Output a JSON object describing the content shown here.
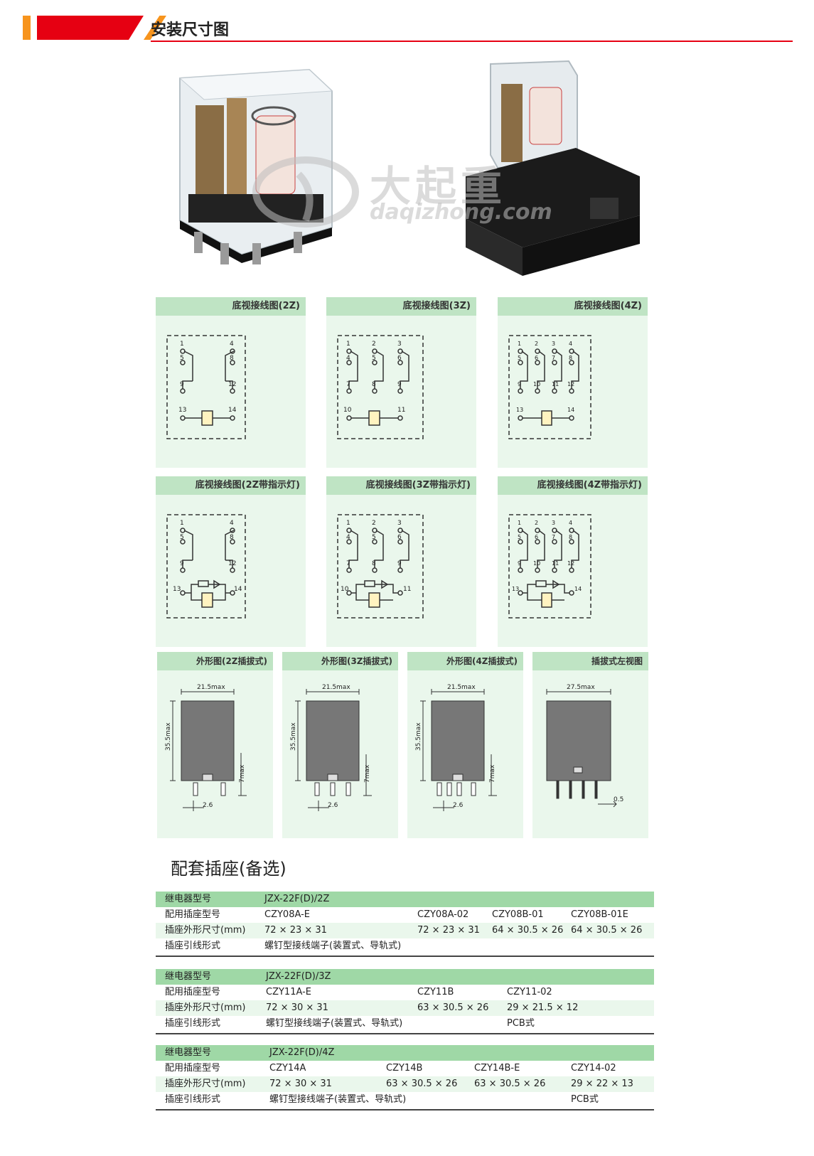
{
  "header": {
    "title": "安装尺寸图"
  },
  "watermark": {
    "brand_cn": "大起重",
    "brand_url": "daqizhong.com"
  },
  "wiring_panels": [
    {
      "title": "底视接线图(2Z)"
    },
    {
      "title": "底视接线图(3Z)"
    },
    {
      "title": "底视接线图(4Z)"
    },
    {
      "title": "底视接线图(2Z带指示灯)"
    },
    {
      "title": "底视接线图(3Z带指示灯)"
    },
    {
      "title": "底视接线图(4Z带指示灯)"
    }
  ],
  "wiring_labels": {
    "p2z": [
      "1",
      "4",
      "5",
      "8",
      "9",
      "12",
      "13",
      "14"
    ],
    "p3z": [
      "1",
      "2",
      "3",
      "4",
      "5",
      "6",
      "7",
      "8",
      "9",
      "10",
      "11"
    ],
    "p4z": [
      "1",
      "2",
      "3",
      "4",
      "5",
      "6",
      "7",
      "8",
      "9",
      "10",
      "11",
      "12",
      "13",
      "14"
    ]
  },
  "outline_panels": [
    {
      "title": "外形图(2Z插拔式)"
    },
    {
      "title": "外形图(3Z插拔式)"
    },
    {
      "title": "外形图(4Z插拔式)"
    },
    {
      "title": "插拔式左视图"
    }
  ],
  "outline_dims": {
    "width": "21.5max",
    "height": "35.5max",
    "pin": "7max",
    "pitch": "2.6",
    "side_width": "27.5max",
    "side_pin": "0.5"
  },
  "sockets": {
    "title": "配套插座(备选)",
    "tables": [
      {
        "rows": [
          [
            "继电器型号",
            "JZX-22F(D)/2Z",
            "",
            "",
            ""
          ],
          [
            "配用插座型号",
            "CZY08A-E",
            "CZY08A-02",
            "CZY08B-01",
            "CZY08B-01E"
          ],
          [
            "插座外形尺寸(mm)",
            "72 × 23 × 31",
            "72 × 23 × 31",
            "64 × 30.5 × 26",
            "64 × 30.5 × 26"
          ],
          [
            "插座引线形式",
            "螺钉型接线端子(装置式、导轨式)",
            "",
            "",
            ""
          ]
        ]
      },
      {
        "rows": [
          [
            "继电器型号",
            "JZX-22F(D)/3Z",
            "",
            ""
          ],
          [
            "配用插座型号",
            "CZY11A-E",
            "CZY11B",
            "CZY11-02"
          ],
          [
            "插座外形尺寸(mm)",
            "72 × 30 × 31",
            "63 × 30.5 × 26",
            "29 × 21.5 × 12"
          ],
          [
            "插座引线形式",
            "螺钉型接线端子(装置式、导轨式)",
            "",
            "PCB式"
          ]
        ]
      },
      {
        "rows": [
          [
            "继电器型号",
            "JZX-22F(D)/4Z",
            "",
            "",
            ""
          ],
          [
            "配用插座型号",
            "CZY14A",
            "CZY14B",
            "CZY14B-E",
            "CZY14-02"
          ],
          [
            "插座外形尺寸(mm)",
            "72 × 30 × 31",
            "63 × 30.5 × 26",
            "63 × 30.5 × 26",
            "29 × 22 × 13"
          ],
          [
            "插座引线形式",
            "螺钉型接线端子(装置式、导轨式)",
            "",
            "",
            "PCB式"
          ]
        ]
      }
    ]
  }
}
